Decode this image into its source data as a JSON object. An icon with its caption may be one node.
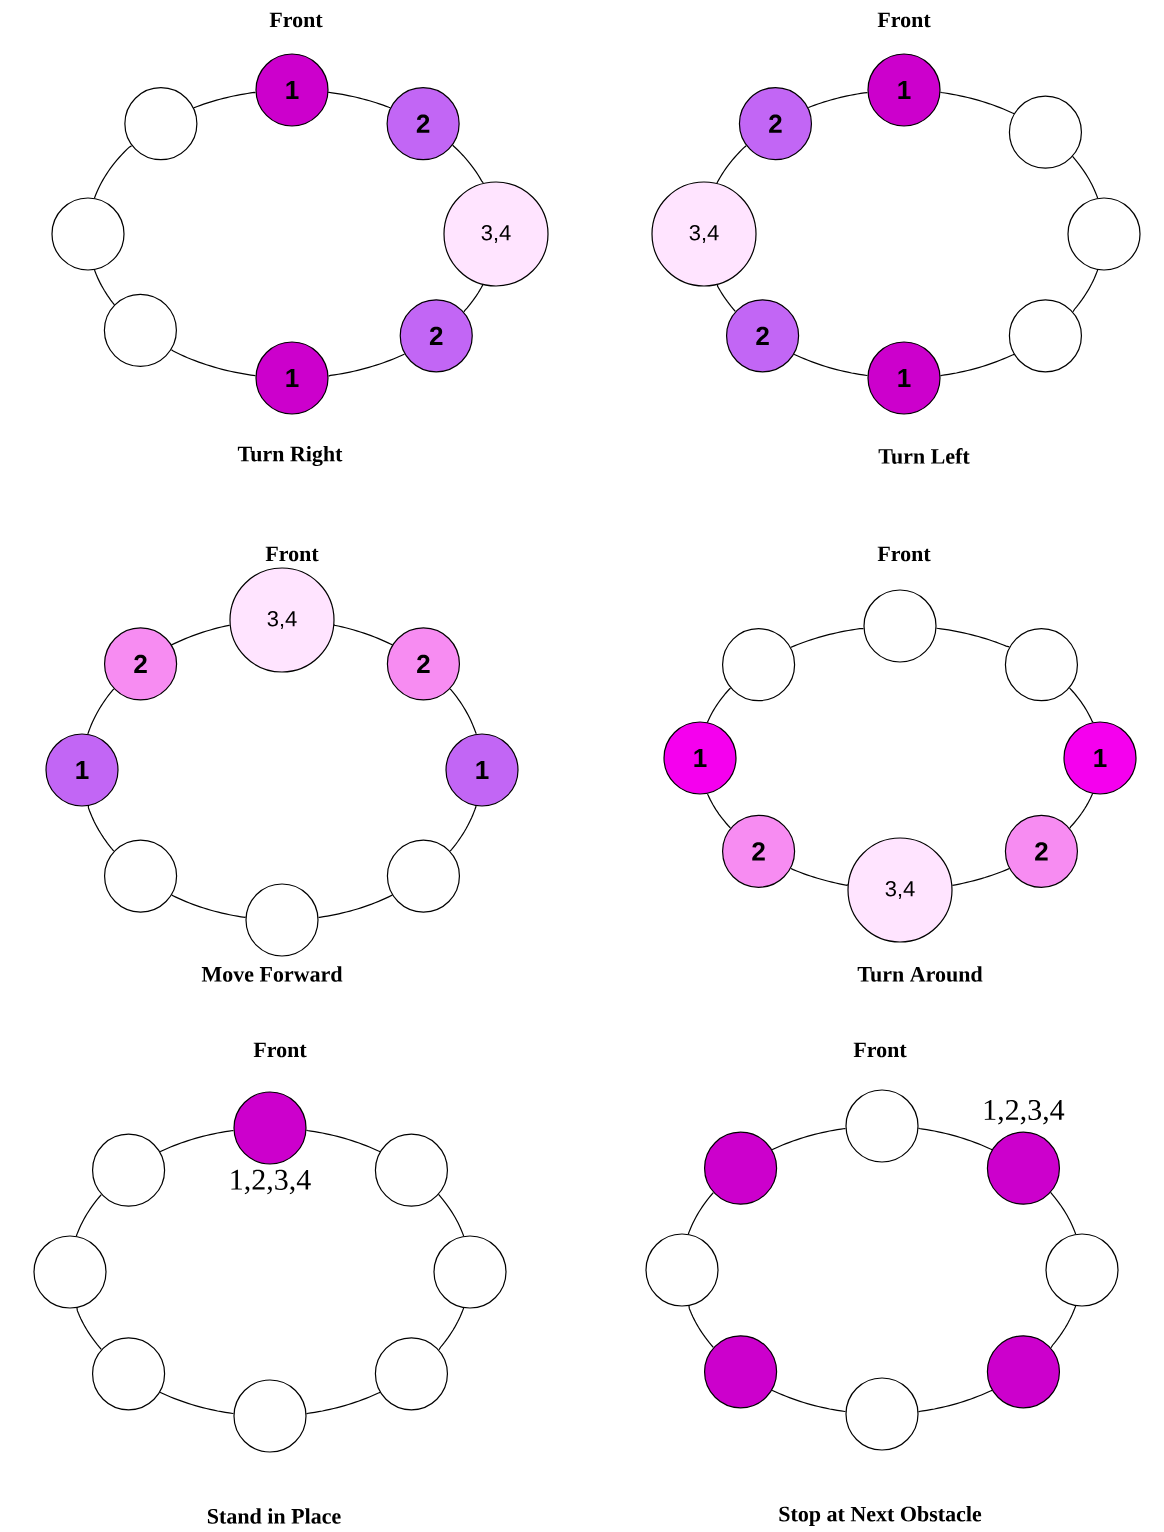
{
  "diagram": {
    "nodes": [
      {
        "text": [
          "1"
        ]
      },
      {
        "text": [],
        "shape": "circle"
      },
      {
        "text": [
          "2"
        ]
      },
      {
        "text": [],
        "shape": "circle"
      },
      {
        "text": [
          "3,4"
        ]
      },
      {
        "text": [],
        "shape": "circle"
      },
      {
        "text": [
          "2"
        ]
      },
      {
        "text": [
          "1"
        ]
      },
      {
        "text": [
          "1"
        ]
      },
      {
        "text": [
          "2"
        ]
      },
      {
        "text": [],
        "shape": "circle"
      },
      {
        "text": [
          "3,4"
        ]
      },
      {
        "text": [],
        "shape": "circle"
      },
      {
        "text": [
          "2"
        ]
      },
      {
        "text": [],
        "shape": "circle"
      },
      {
        "text": [
          "1"
        ]
      },
      {
        "text": [
          "3,4"
        ]
      },
      {
        "text": [
          "2"
        ]
      },
      {
        "text": [
          "2"
        ]
      },
      {
        "text": [
          "1"
        ]
      },
      {
        "text": [
          "1"
        ]
      },
      {
        "text": [],
        "shape": "circle"
      },
      {
        "text": [],
        "shape": "circle"
      },
      {
        "text": [],
        "shape": "circle"
      },
      {
        "text": [],
        "shape": "circle"
      },
      {
        "text": [],
        "shape": "circle"
      },
      {
        "text": [],
        "shape": "circle"
      },
      {
        "text": [
          "1"
        ]
      },
      {
        "text": [
          "1"
        ]
      },
      {
        "text": [
          "2"
        ]
      },
      {
        "text": [
          "2"
        ]
      },
      {
        "text": [
          "3,4"
        ]
      },
      {
        "text": [],
        "shape": "circle",
        "beside": [
          "1,2,3,4"
        ]
      },
      {
        "text": [],
        "shape": "circle"
      },
      {
        "text": [],
        "shape": "circle"
      },
      {
        "text": [],
        "shape": "circle"
      },
      {
        "text": [],
        "shape": "circle"
      },
      {
        "text": [],
        "shape": "circle"
      },
      {
        "text": [],
        "shape": "circle"
      },
      {
        "text": [],
        "shape": "circle"
      },
      {
        "text": [],
        "shape": "circle"
      },
      {
        "text": [],
        "shape": "circle"
      },
      {
        "text": [],
        "shape": "circle",
        "beside": [
          "1,2,3,4"
        ]
      },
      {
        "text": [],
        "shape": "circle"
      },
      {
        "text": [],
        "shape": "circle"
      },
      {
        "text": [],
        "shape": "circle"
      },
      {
        "text": [],
        "shape": "circle"
      },
      {
        "text": [],
        "shape": "circle"
      }
    ],
    "edges": [
      {
        "from": 0,
        "to": 2,
        "arrow": "none"
      },
      {
        "from": 2,
        "to": 4,
        "arrow": "none"
      },
      {
        "from": 4,
        "to": 6,
        "arrow": "none"
      },
      {
        "from": 6,
        "to": 7,
        "arrow": "none"
      },
      {
        "from": 7,
        "to": 5,
        "arrow": "none"
      },
      {
        "from": 5,
        "to": 3,
        "arrow": "none"
      },
      {
        "from": 3,
        "to": 1,
        "arrow": "none"
      },
      {
        "from": 1,
        "to": 0,
        "arrow": "none"
      },
      {
        "from": 8,
        "to": 10,
        "arrow": "none"
      },
      {
        "from": 10,
        "to": 12,
        "arrow": "none"
      },
      {
        "from": 12,
        "to": 14,
        "arrow": "none"
      },
      {
        "from": 14,
        "to": 15,
        "arrow": "none"
      },
      {
        "from": 15,
        "to": 13,
        "arrow": "none"
      },
      {
        "from": 13,
        "to": 11,
        "arrow": "none"
      },
      {
        "from": 11,
        "to": 9,
        "arrow": "none"
      },
      {
        "from": 9,
        "to": 8,
        "arrow": "none"
      },
      {
        "from": 16,
        "to": 18,
        "arrow": "none"
      },
      {
        "from": 18,
        "to": 20,
        "arrow": "none"
      },
      {
        "from": 20,
        "to": 22,
        "arrow": "none"
      },
      {
        "from": 22,
        "to": 23,
        "arrow": "none"
      },
      {
        "from": 23,
        "to": 21,
        "arrow": "none"
      },
      {
        "from": 21,
        "to": 19,
        "arrow": "none"
      },
      {
        "from": 19,
        "to": 17,
        "arrow": "none"
      },
      {
        "from": 17,
        "to": 16,
        "arrow": "none"
      },
      {
        "from": 24,
        "to": 26,
        "arrow": "none"
      },
      {
        "from": 26,
        "to": 28,
        "arrow": "none"
      },
      {
        "from": 28,
        "to": 30,
        "arrow": "none"
      },
      {
        "from": 30,
        "to": 31,
        "arrow": "none"
      },
      {
        "from": 31,
        "to": 29,
        "arrow": "none"
      },
      {
        "from": 29,
        "to": 27,
        "arrow": "none"
      },
      {
        "from": 27,
        "to": 25,
        "arrow": "none"
      },
      {
        "from": 25,
        "to": 24,
        "arrow": "none"
      },
      {
        "from": 32,
        "to": 34,
        "arrow": "none"
      },
      {
        "from": 34,
        "to": 36,
        "arrow": "none"
      },
      {
        "from": 36,
        "to": 38,
        "arrow": "none"
      },
      {
        "from": 38,
        "to": 39,
        "arrow": "none"
      },
      {
        "from": 39,
        "to": 37,
        "arrow": "none"
      },
      {
        "from": 37,
        "to": 35,
        "arrow": "none"
      },
      {
        "from": 35,
        "to": 33,
        "arrow": "none"
      },
      {
        "from": 33,
        "to": 32,
        "arrow": "none"
      },
      {
        "from": 40,
        "to": 42,
        "arrow": "none"
      },
      {
        "from": 42,
        "to": 44,
        "arrow": "none"
      },
      {
        "from": 44,
        "to": 46,
        "arrow": "none"
      },
      {
        "from": 46,
        "to": 47,
        "arrow": "none"
      },
      {
        "from": 47,
        "to": 45,
        "arrow": "none"
      },
      {
        "from": 45,
        "to": 43,
        "arrow": "none"
      },
      {
        "from": 43,
        "to": 41,
        "arrow": "none"
      },
      {
        "from": 41,
        "to": 40,
        "arrow": "none"
      }
    ],
    "labels": [
      "Front",
      "Front",
      "Turn Right",
      "Turn Left",
      "Front",
      "Front",
      "Move Forward",
      "Turn Around",
      "Front",
      "Front",
      "Stand in Place",
      "Stop at Next Obstacle"
    ]
  }
}
